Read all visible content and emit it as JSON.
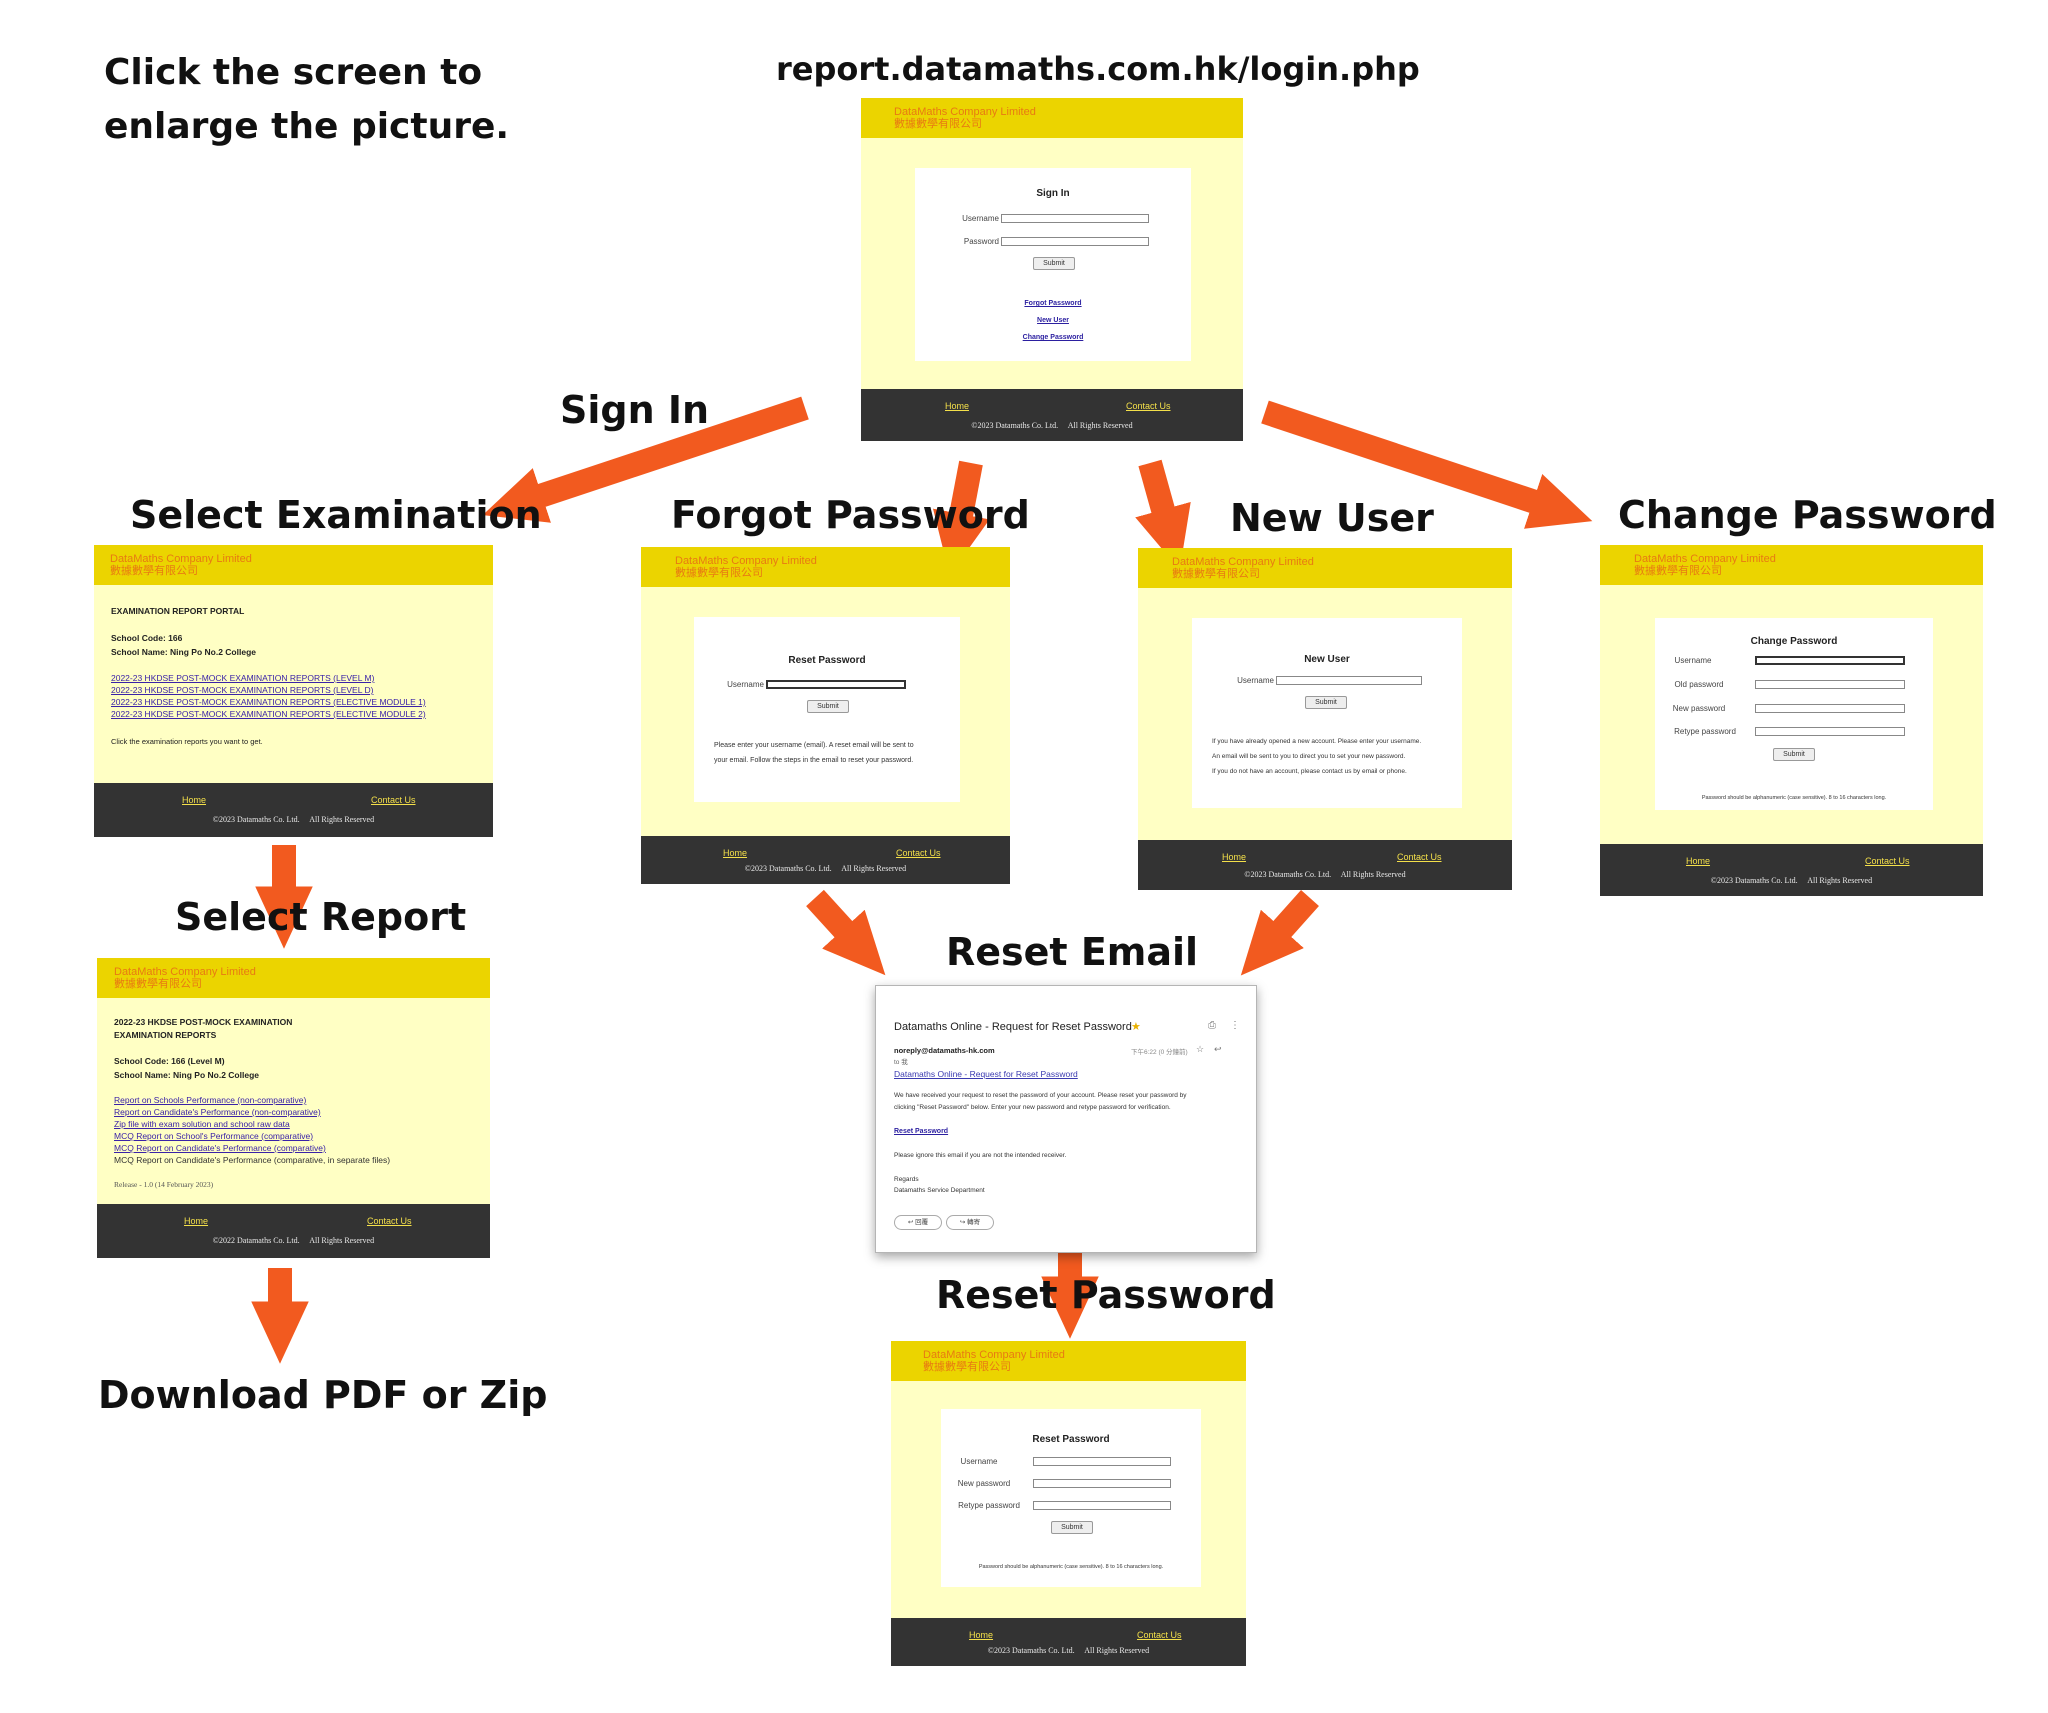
{
  "intro": {
    "line1": "Click the screen to",
    "line2": "enlarge the picture."
  },
  "url": "report.datamaths.com.hk/login.php",
  "labels": {
    "sign_in": "Sign In",
    "select_examination": "Select Examination",
    "forgot_password": "Forgot Password",
    "new_user": "New User",
    "change_password": "Change Password",
    "select_report": "Select Report",
    "reset_email": "Reset Email",
    "reset_password": "Reset Password",
    "download": "Download PDF or Zip"
  },
  "site": {
    "brand_en": "DataMaths Company Limited",
    "brand_zh": "數據數學有限公司",
    "home": "Home",
    "contact": "Contact Us",
    "copyright_2023": "©2023 Datamaths Co. Ltd.     All Rights Reserved",
    "copyright_2022": "©2022 Datamaths Co. Ltd.     All Rights Reserved",
    "submit": "Submit",
    "username": "Username",
    "password": "Password",
    "old_password": "Old password",
    "new_password": "New password",
    "retype_password": "Retype password",
    "password_rule": "Password should be alphanumeric (case sensitive). 8 to 16 characters long."
  },
  "login": {
    "title": "Sign In",
    "links": [
      "Forgot Password",
      "New User",
      "Change Password"
    ]
  },
  "exam_portal": {
    "title": "EXAMINATION REPORT PORTAL",
    "school_code": "School Code: 166",
    "school_name": "School Name: Ning Po No.2 College",
    "reports": [
      "2022-23 HKDSE POST-MOCK EXAMINATION REPORTS (LEVEL M)",
      "2022-23 HKDSE POST-MOCK EXAMINATION REPORTS (LEVEL D)",
      "2022-23 HKDSE POST-MOCK EXAMINATION REPORTS (ELECTIVE MODULE 1)",
      "2022-23 HKDSE POST-MOCK EXAMINATION REPORTS (ELECTIVE MODULE 2)"
    ],
    "note": "Click the examination reports you want to get."
  },
  "forgot": {
    "title": "Reset Password",
    "note1": "Please enter your username (email). A reset email will be sent to",
    "note2": "your email. Follow the steps in the email to reset your password."
  },
  "new_user": {
    "title": "New User",
    "note1": "If you have already opened a new account. Please enter your username.",
    "note2": "An email will be sent to you to direct you to set your new password.",
    "note3": "If you do not have an account, please contact us by email or phone."
  },
  "change": {
    "title": "Change Password"
  },
  "report_page": {
    "title1": "2022-23 HKDSE POST-MOCK EXAMINATION",
    "title2": "EXAMINATION REPORTS",
    "school_code": "School Code: 166 (Level M)",
    "school_name": "School Name: Ning Po No.2 College",
    "links": [
      "Report on Schools Performance (non-comparative)",
      "Report on Candidate's Performance (non-comparative)",
      "Zip file with exam solution and school raw data",
      "MCQ Report on School's Performance (comparative)",
      "MCQ Report on Candidate's Performance (comparative)"
    ],
    "last_item": "MCQ Report on Candidate's Performance (comparative, in separate files)",
    "release": "Release - 1.0 (14 February 2023)"
  },
  "email": {
    "subject": "Datamaths Online - Request for Reset Password",
    "from": "noreply@datamaths-hk.com",
    "to": "to 我",
    "time": "下午6:22 (0 分鐘前)",
    "heading": "Datamaths Online - Request for Reset Password",
    "body1": "We have received your request to reset the password of your account. Please reset your password by",
    "body2": "clicking \"Reset Password\" below. Enter your new password and retype password for verification.",
    "link": "Reset Password",
    "ignore": "Please ignore this email if you are not the intended receiver.",
    "regards": "Regards",
    "dept": "Datamaths Service Department",
    "reply": "回覆",
    "forward": "轉寄"
  },
  "colors": {
    "arrow": "#f25a1f",
    "header": "#ebd400",
    "page_bg": "#ffffc4",
    "footer": "#333333"
  }
}
